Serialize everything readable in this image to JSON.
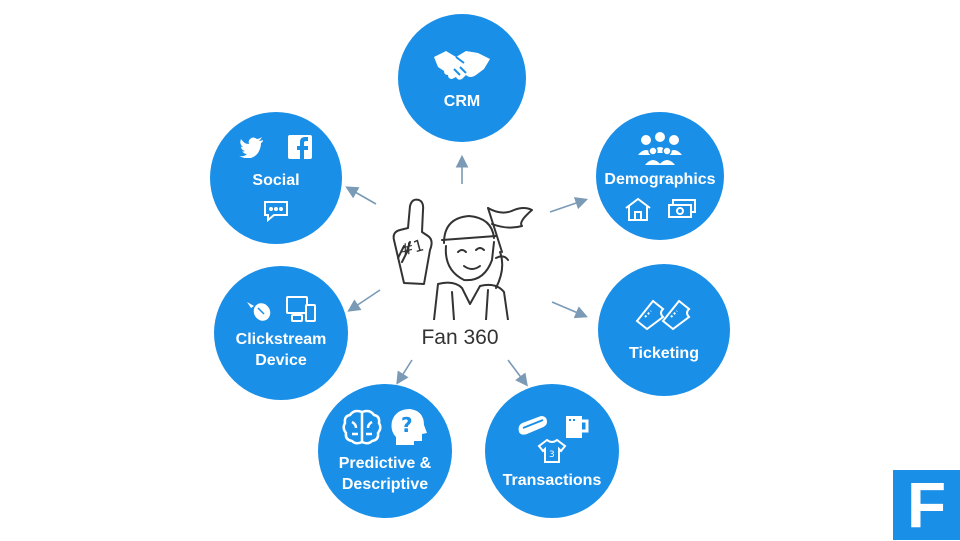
{
  "center": {
    "label": "Fan 360"
  },
  "nodes": {
    "crm": {
      "label": "CRM",
      "icons": [
        "handshake-icon"
      ]
    },
    "demographics": {
      "label": "Demographics",
      "icons": [
        "people-group-icon",
        "house-icon",
        "cash-icon"
      ]
    },
    "ticketing": {
      "label": "Ticketing",
      "icons": [
        "tickets-icon"
      ]
    },
    "transactions": {
      "label": "Transactions",
      "icons": [
        "hotdog-icon",
        "beer-mug-icon",
        "jersey-icon"
      ]
    },
    "predictive": {
      "label": "Predictive &\nDescriptive",
      "icons": [
        "brain-icon",
        "head-question-icon"
      ]
    },
    "clickstream": {
      "label": "Clickstream\nDevice",
      "icons": [
        "mouse-icon",
        "devices-icon"
      ]
    },
    "social": {
      "label": "Social",
      "icons": [
        "twitter-icon",
        "facebook-icon",
        "chat-bubble-icon"
      ]
    }
  },
  "brand": {
    "letter": "F"
  },
  "colors": {
    "node": "#1a8fe8",
    "arrow": "#7a9ab5",
    "sketch": "#333333"
  }
}
